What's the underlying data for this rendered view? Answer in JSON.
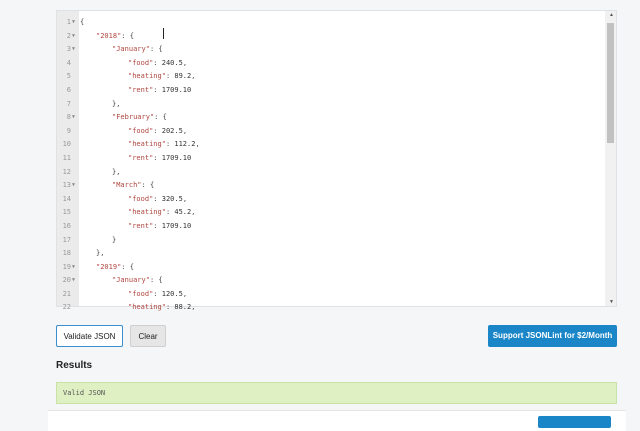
{
  "editor": {
    "lines": [
      {
        "n": "1",
        "fold": true,
        "indent": 0,
        "parts": [
          [
            "punc",
            "{"
          ]
        ]
      },
      {
        "n": "2",
        "fold": true,
        "indent": 1,
        "parts": [
          [
            "key",
            "\"2018\""
          ],
          [
            "punc",
            ": {"
          ]
        ]
      },
      {
        "n": "3",
        "fold": true,
        "indent": 2,
        "parts": [
          [
            "key",
            "\"January\""
          ],
          [
            "punc",
            ": {"
          ]
        ]
      },
      {
        "n": "4",
        "fold": false,
        "indent": 3,
        "parts": [
          [
            "key",
            "\"food\""
          ],
          [
            "punc",
            ": "
          ],
          [
            "num",
            "240.5"
          ],
          [
            "punc",
            ","
          ]
        ]
      },
      {
        "n": "5",
        "fold": false,
        "indent": 3,
        "parts": [
          [
            "key",
            "\"heating\""
          ],
          [
            "punc",
            ": "
          ],
          [
            "num",
            "89.2"
          ],
          [
            "punc",
            ","
          ]
        ]
      },
      {
        "n": "6",
        "fold": false,
        "indent": 3,
        "parts": [
          [
            "key",
            "\"rent\""
          ],
          [
            "punc",
            ": "
          ],
          [
            "num",
            "1709.10"
          ]
        ]
      },
      {
        "n": "7",
        "fold": false,
        "indent": 2,
        "parts": [
          [
            "punc",
            "},"
          ]
        ]
      },
      {
        "n": "8",
        "fold": true,
        "indent": 2,
        "parts": [
          [
            "key",
            "\"February\""
          ],
          [
            "punc",
            ": {"
          ]
        ]
      },
      {
        "n": "9",
        "fold": false,
        "indent": 3,
        "parts": [
          [
            "key",
            "\"food\""
          ],
          [
            "punc",
            ": "
          ],
          [
            "num",
            "202.5"
          ],
          [
            "punc",
            ","
          ]
        ]
      },
      {
        "n": "10",
        "fold": false,
        "indent": 3,
        "parts": [
          [
            "key",
            "\"heating\""
          ],
          [
            "punc",
            ": "
          ],
          [
            "num",
            "112.2"
          ],
          [
            "punc",
            ","
          ]
        ]
      },
      {
        "n": "11",
        "fold": false,
        "indent": 3,
        "parts": [
          [
            "key",
            "\"rent\""
          ],
          [
            "punc",
            ": "
          ],
          [
            "num",
            "1709.10"
          ]
        ]
      },
      {
        "n": "12",
        "fold": false,
        "indent": 2,
        "parts": [
          [
            "punc",
            "},"
          ]
        ]
      },
      {
        "n": "13",
        "fold": true,
        "indent": 2,
        "parts": [
          [
            "key",
            "\"March\""
          ],
          [
            "punc",
            ": {"
          ]
        ]
      },
      {
        "n": "14",
        "fold": false,
        "indent": 3,
        "parts": [
          [
            "key",
            "\"food\""
          ],
          [
            "punc",
            ": "
          ],
          [
            "num",
            "320.5"
          ],
          [
            "punc",
            ","
          ]
        ]
      },
      {
        "n": "15",
        "fold": false,
        "indent": 3,
        "parts": [
          [
            "key",
            "\"heating\""
          ],
          [
            "punc",
            ": "
          ],
          [
            "num",
            "45.2"
          ],
          [
            "punc",
            ","
          ]
        ]
      },
      {
        "n": "16",
        "fold": false,
        "indent": 3,
        "parts": [
          [
            "key",
            "\"rent\""
          ],
          [
            "punc",
            ": "
          ],
          [
            "num",
            "1709.10"
          ]
        ]
      },
      {
        "n": "17",
        "fold": false,
        "indent": 2,
        "parts": [
          [
            "punc",
            "}"
          ]
        ]
      },
      {
        "n": "18",
        "fold": false,
        "indent": 1,
        "parts": [
          [
            "punc",
            "},"
          ]
        ]
      },
      {
        "n": "19",
        "fold": true,
        "indent": 1,
        "parts": [
          [
            "key",
            "\"2019\""
          ],
          [
            "punc",
            ": {"
          ]
        ]
      },
      {
        "n": "20",
        "fold": true,
        "indent": 2,
        "parts": [
          [
            "key",
            "\"January\""
          ],
          [
            "punc",
            ": {"
          ]
        ]
      },
      {
        "n": "21",
        "fold": false,
        "indent": 3,
        "parts": [
          [
            "key",
            "\"food\""
          ],
          [
            "punc",
            ": "
          ],
          [
            "num",
            "120.5"
          ],
          [
            "punc",
            ","
          ]
        ]
      },
      {
        "n": "22",
        "fold": false,
        "indent": 3,
        "parts": [
          [
            "key",
            "\"heating\""
          ],
          [
            "punc",
            ": "
          ],
          [
            "num",
            "88.2"
          ],
          [
            "punc",
            ","
          ]
        ]
      }
    ],
    "fold_icon": "caret-down-icon"
  },
  "toolbar": {
    "validate_label": "Validate JSON",
    "clear_label": "Clear",
    "support_label": "Support JSONLint for $2/Month"
  },
  "results": {
    "title": "Results",
    "message": "Valid JSON"
  },
  "colors": {
    "accent": "#1a86c8",
    "valid_bg": "#dff0c3",
    "key": "#b0463f"
  }
}
